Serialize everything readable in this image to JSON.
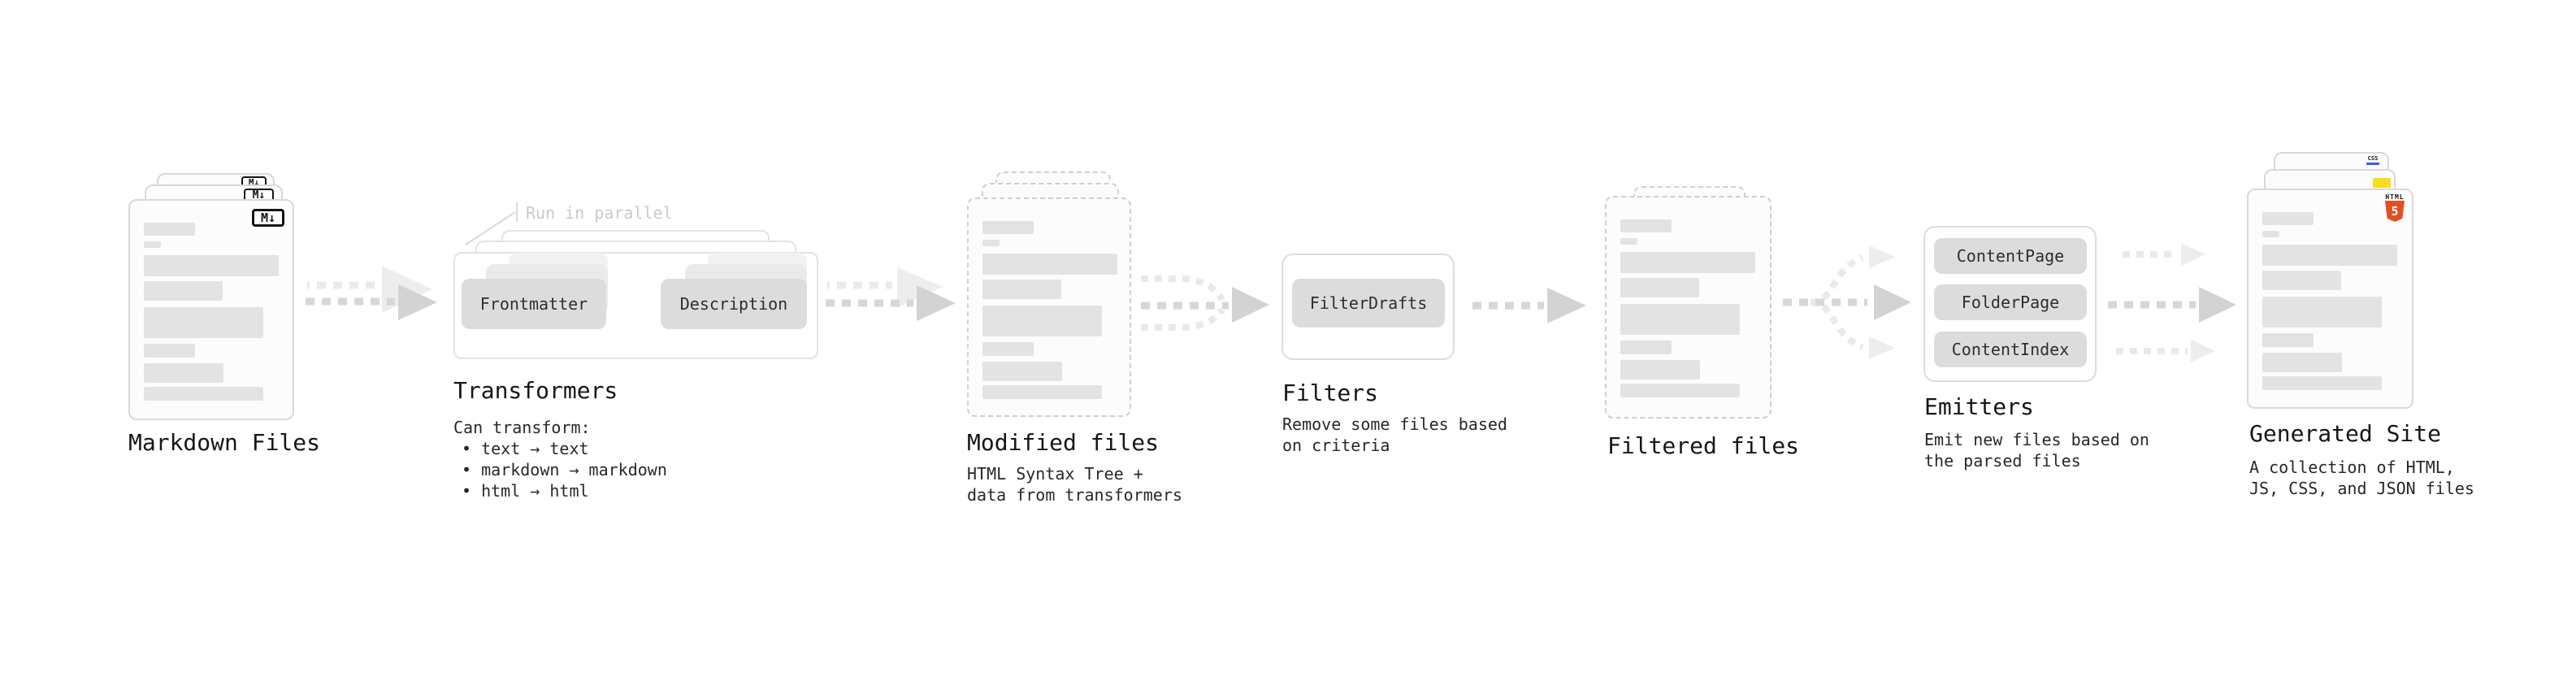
{
  "stages": {
    "markdown": {
      "label": "Markdown Files"
    },
    "transformers": {
      "label": "Transformers",
      "annotation": "Run in parallel",
      "pills": [
        "Frontmatter",
        "Description"
      ],
      "note_title": "Can transform:",
      "bullets": [
        "• text → text",
        "• markdown → markdown",
        "• html → html"
      ]
    },
    "modified": {
      "label": "Modified files",
      "sublabel": "HTML Syntax Tree +\ndata from transformers"
    },
    "filters": {
      "label": "Filters",
      "sublabel": "Remove some files based\non criteria",
      "pills": [
        "FilterDrafts"
      ]
    },
    "filtered": {
      "label": "Filtered files"
    },
    "emitters": {
      "label": "Emitters",
      "sublabel": "Emit new files based on\nthe parsed files",
      "pills": [
        "ContentPage",
        "FolderPage",
        "ContentIndex"
      ]
    },
    "generated": {
      "label": "Generated Site",
      "sublabel": "A collection of HTML,\nJS, CSS, and JSON files"
    }
  },
  "icons": {
    "markdown_badge": "M↓",
    "html5_word": "HTML",
    "html5_number": "5",
    "css_badge": "CSS"
  },
  "colors": {
    "html5_orange": "#e44d26",
    "js_yellow": "#f7df1e",
    "css_blue": "#2965f1",
    "arrow_gray": "#d7d7d7",
    "skeleton_gray": "#e3e3e3"
  }
}
